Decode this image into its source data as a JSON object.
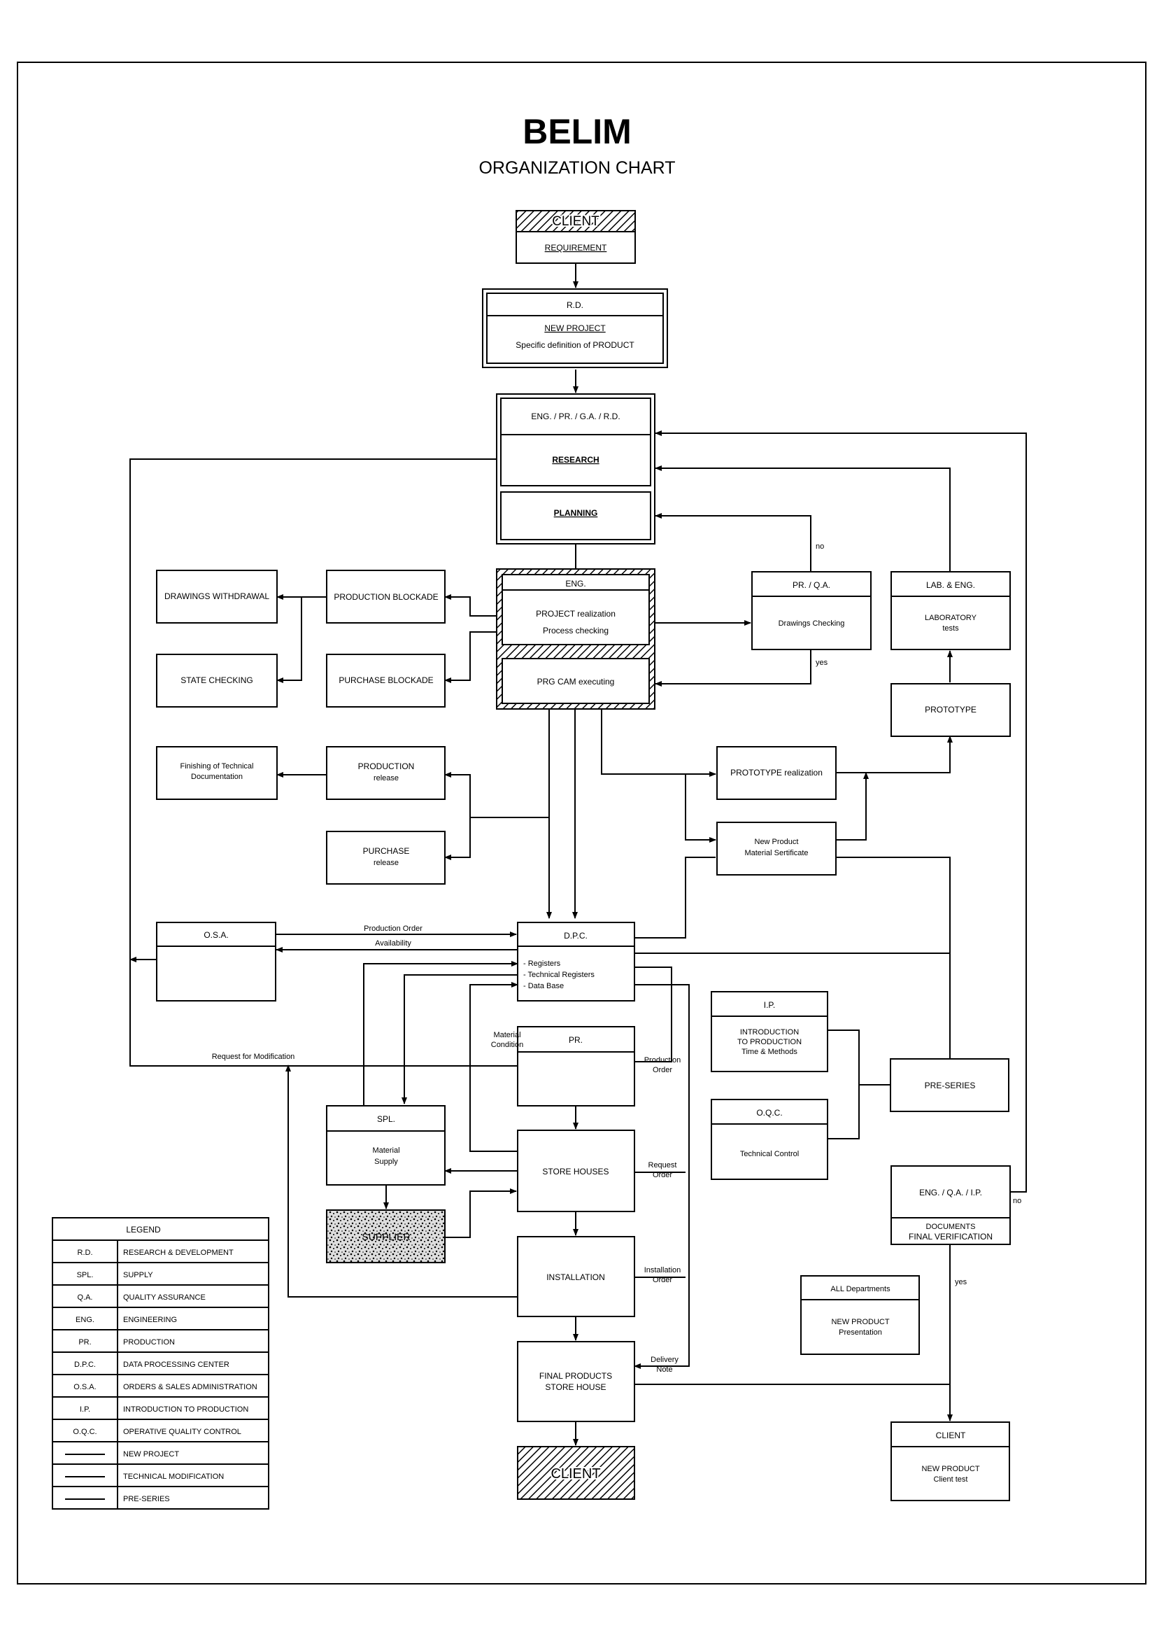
{
  "title": "BELIM",
  "subtitle": "ORGANIZATION CHART",
  "client_top": {
    "header": "CLIENT",
    "body": "REQUIREMENT"
  },
  "rd": {
    "header": "R.D.",
    "line1": "NEW PROJECT",
    "line2": "Specific definition of PRODUCT"
  },
  "eng_group": {
    "header": "ENG. / PR. / G.A. / R.D.",
    "research": "RESEARCH",
    "planning": "PLANNING"
  },
  "eng": {
    "header": "ENG.",
    "line1": "PROJECT realization",
    "line2": "Process checking",
    "prg": "PRG CAM  executing"
  },
  "drawings_withdrawal": "DRAWINGS WITHDRAWAL",
  "production_blockade": "PRODUCTION BLOCKADE",
  "state_checking": "STATE CHECKING",
  "purchase_blockade": "PURCHASE BLOCKADE",
  "prqa": {
    "header": "PR. / Q.A.",
    "body": "Drawings Checking"
  },
  "lab": {
    "header": "LAB. & ENG.",
    "line1": "LABORATORY",
    "line2": "tests"
  },
  "prototype": "PROTOTYPE",
  "prototype_realization": "PROTOTYPE  realization",
  "new_product_cert": {
    "line1": "New Product",
    "line2": "Material Sertificate"
  },
  "finishing": {
    "line1": "Finishing of Technical",
    "line2": "Documentation"
  },
  "production_release": {
    "line1": "PRODUCTION",
    "line2": "release"
  },
  "purchase_release": {
    "line1": "PURCHASE",
    "line2": "release"
  },
  "osa": {
    "header": "O.S.A."
  },
  "dpc": {
    "header": "D.P.C.",
    "line1": "- Registers",
    "line2": "- Technical Registers",
    "line3": "- Data Base"
  },
  "pr": {
    "header": "PR."
  },
  "spl": {
    "header": "SPL.",
    "line1": "Material",
    "line2": "Supply"
  },
  "supplier": "SUPPLIER",
  "store_houses": "STORE HOUSES",
  "installation": "INSTALLATION",
  "final_products": {
    "line1": "FINAL PRODUCTS",
    "line2": "STORE HOUSE"
  },
  "client_bottom": "CLIENT",
  "ip": {
    "header": "I.P.",
    "line1": "INTRODUCTION",
    "line2": "TO PRODUCTION",
    "line3": "Time & Methods"
  },
  "oqc": {
    "header": "O.Q.C.",
    "body": "Technical Control"
  },
  "pre_series": "PRE-SERIES",
  "docs": {
    "header": "ENG. / Q.A. / I.P.",
    "line1": "DOCUMENTS",
    "line2": "FINAL VERIFICATION"
  },
  "all_depts": {
    "header": "ALL Departments",
    "line1": "NEW PRODUCT",
    "line2": "Presentation"
  },
  "client_test": {
    "header": "CLIENT",
    "line1": "NEW PRODUCT",
    "line2": "Client test"
  },
  "labels": {
    "no1": "no",
    "yes1": "yes",
    "no2": "no",
    "yes2": "yes",
    "production_order": "Production Order",
    "availability": "Availability",
    "request_mod": "Request for Modification",
    "material_condition_1": "Material",
    "material_condition_2": "Condition",
    "prod_order_1": "Production",
    "prod_order_2": "Order",
    "req_order_1": "Request",
    "req_order_2": "Order",
    "inst_order_1": "Installation",
    "inst_order_2": "Order",
    "delivery_1": "Delivery",
    "delivery_2": "Note"
  },
  "legend": {
    "title": "LEGEND",
    "rows": [
      {
        "code": "R.D.",
        "desc": "RESEARCH & DEVELOPMENT"
      },
      {
        "code": "SPL.",
        "desc": "SUPPLY"
      },
      {
        "code": "Q.A.",
        "desc": "QUALITY ASSURANCE"
      },
      {
        "code": "ENG.",
        "desc": "ENGINEERING"
      },
      {
        "code": "PR.",
        "desc": "PRODUCTION"
      },
      {
        "code": "D.P.C.",
        "desc": "DATA PROCESSING CENTER"
      },
      {
        "code": "O.S.A.",
        "desc": "ORDERS & SALES ADMINISTRATION"
      },
      {
        "code": "I.P.",
        "desc": "INTRODUCTION TO PRODUCTION"
      },
      {
        "code": "O.Q.C.",
        "desc": "OPERATIVE QUALITY CONTROL"
      },
      {
        "code": "",
        "desc": "NEW PROJECT"
      },
      {
        "code": "",
        "desc": "TECHNICAL MODIFICATION"
      },
      {
        "code": "",
        "desc": "PRE-SERIES"
      }
    ]
  }
}
